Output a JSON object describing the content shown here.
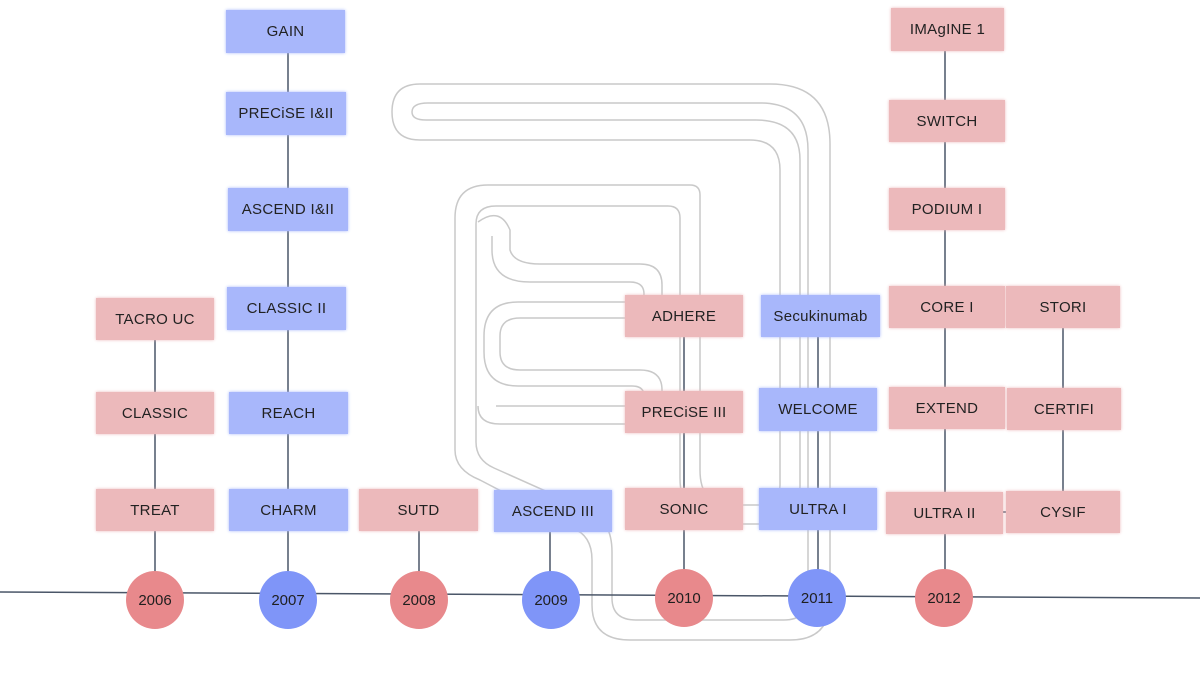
{
  "colors": {
    "red_box": "#ecb9bb",
    "blue_box": "#a8b7fb",
    "red_circle": "#e8898c",
    "blue_circle": "#7f95f8",
    "line": "#4a5668"
  },
  "icon": "intestine-outline-icon",
  "years": [
    {
      "label": "2006",
      "color": "red"
    },
    {
      "label": "2007",
      "color": "blue"
    },
    {
      "label": "2008",
      "color": "red"
    },
    {
      "label": "2009",
      "color": "blue"
    },
    {
      "label": "2010",
      "color": "red"
    },
    {
      "label": "2011",
      "color": "blue"
    },
    {
      "label": "2012",
      "color": "red"
    }
  ],
  "trials": {
    "y2006": [
      "TREAT",
      "CLASSIC",
      "TACRO UC"
    ],
    "y2007": [
      "CHARM",
      "REACH",
      "CLASSIC II",
      "ASCEND I&II",
      "PRECiSE I&II",
      "GAIN"
    ],
    "y2008": [
      "SUTD"
    ],
    "y2009": [
      "ASCEND III"
    ],
    "y2010": [
      "SONIC",
      "PRECiSE III",
      "ADHERE"
    ],
    "y2011": [
      "ULTRA I",
      "WELCOME",
      "Secukinumab"
    ],
    "y2012_main": [
      "ULTRA II",
      "EXTEND",
      "CORE I",
      "PODIUM I",
      "SWITCH",
      "IMAgINE 1"
    ],
    "y2012_side": [
      "CYSIF",
      "CERTIFI",
      "STORI"
    ]
  }
}
